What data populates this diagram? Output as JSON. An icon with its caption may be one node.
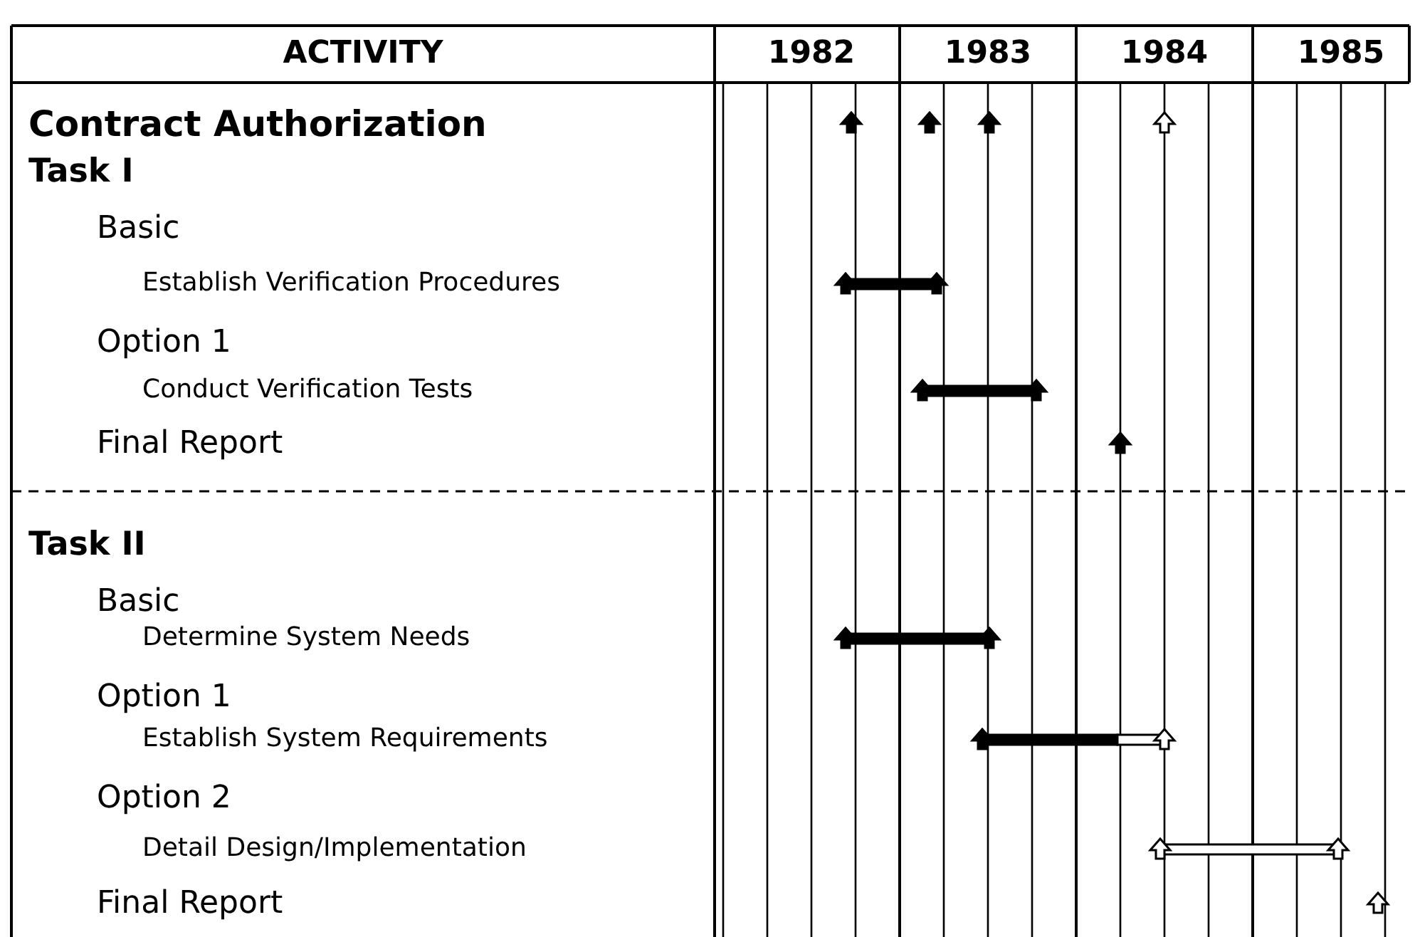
{
  "diagram": {
    "labels": [
      "ACTIVITY",
      "1982",
      "1983",
      "1984",
      "1985",
      "Contract Authorization",
      "Task I",
      "Basic",
      "Establish Verification Procedures",
      "Option 1",
      "Conduct Verification Tests",
      "Final Report",
      "Task II",
      "Basic",
      "Determine System Needs",
      "Option 1",
      "Establish System Requirements",
      "Option 2",
      "Detail Design/Implementation",
      "Final Report"
    ]
  }
}
